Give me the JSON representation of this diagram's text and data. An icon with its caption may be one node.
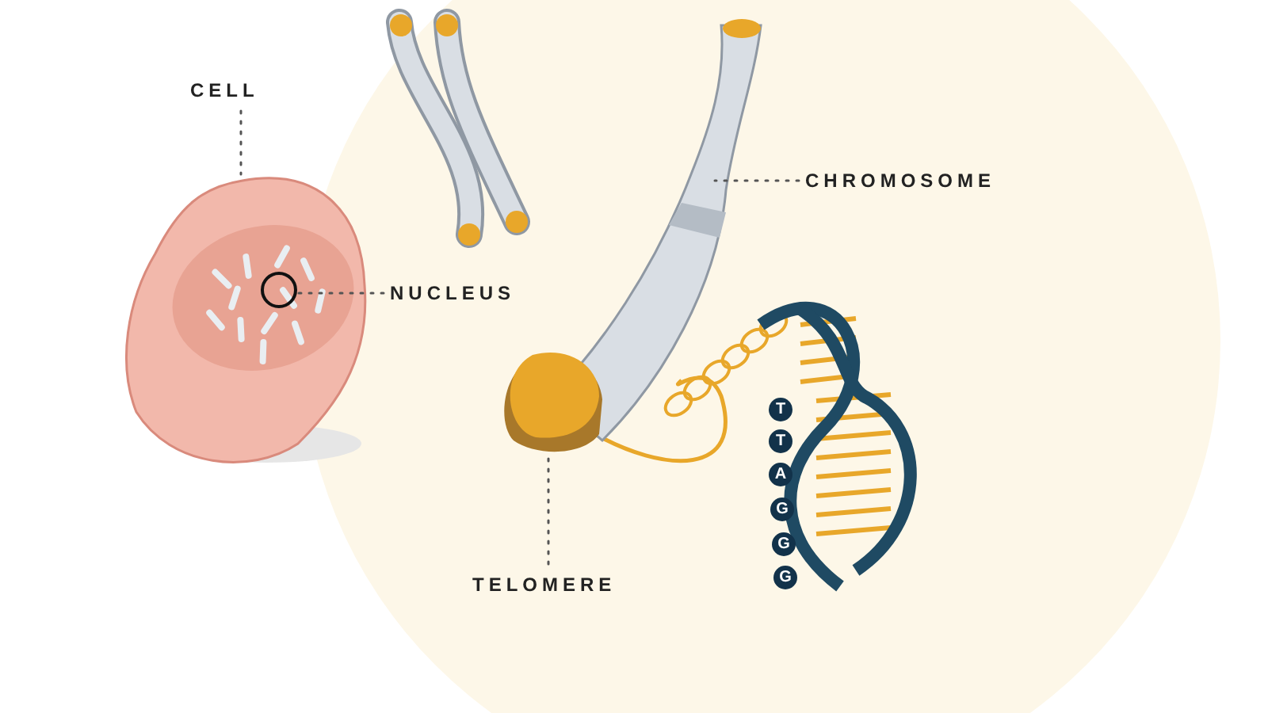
{
  "diagram": {
    "nodes": [
      {
        "text": [
          "CELL"
        ]
      },
      {
        "text": [],
        "shape": "picture"
      },
      {
        "text": [
          "NUCLEUS"
        ]
      },
      {
        "text": [],
        "shape": "circle",
        "in": 1
      },
      {
        "text": [
          "CHROMOSOME"
        ]
      },
      {
        "text": [],
        "shape": "picture"
      },
      {
        "text": [
          "TELOMERE"
        ]
      },
      {
        "text": [],
        "shape": "picture"
      },
      {
        "text": [
          "T"
        ]
      },
      {
        "text": [
          "T"
        ]
      },
      {
        "text": [
          "A"
        ]
      },
      {
        "text": [
          "G"
        ]
      },
      {
        "text": [
          "G"
        ]
      },
      {
        "text": [
          "G"
        ]
      }
    ],
    "edges": [
      {
        "from": 0,
        "to": 1,
        "arrow": "none",
        "style": "dashed"
      },
      {
        "from": 2,
        "to": 3,
        "arrow": "none",
        "style": "dashed"
      },
      {
        "from": 4,
        "to": 5,
        "arrow": "none",
        "style": "dashed"
      },
      {
        "from": 6,
        "to": 7,
        "arrow": "none",
        "style": "dashed"
      }
    ]
  }
}
